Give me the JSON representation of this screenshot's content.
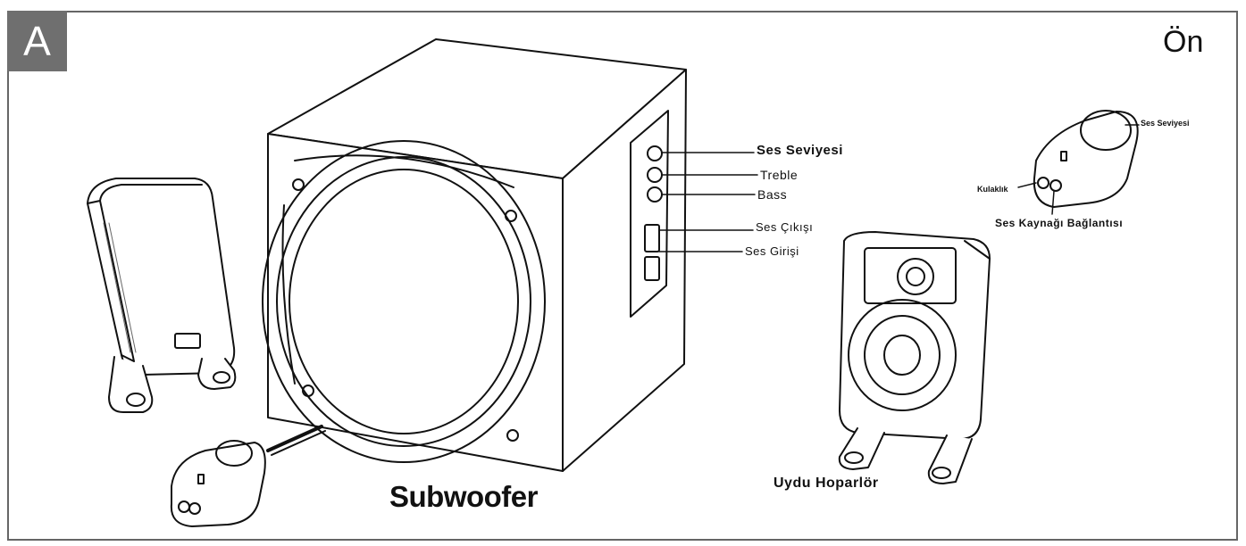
{
  "badge": "A",
  "view_label": "Ön",
  "labels": {
    "subwoofer": "Subwoofer",
    "satellite": "Uydu Hoparlör",
    "volume": "Ses Seviyesi",
    "treble": "Treble",
    "bass": "Bass",
    "audio_out": "Ses Çıkışı",
    "audio_in": "Ses Girişi"
  },
  "remote": {
    "volume": "Ses Seviyesi",
    "headphones": "Kulaklık",
    "source": "Ses Kaynağı Bağlantısı"
  }
}
